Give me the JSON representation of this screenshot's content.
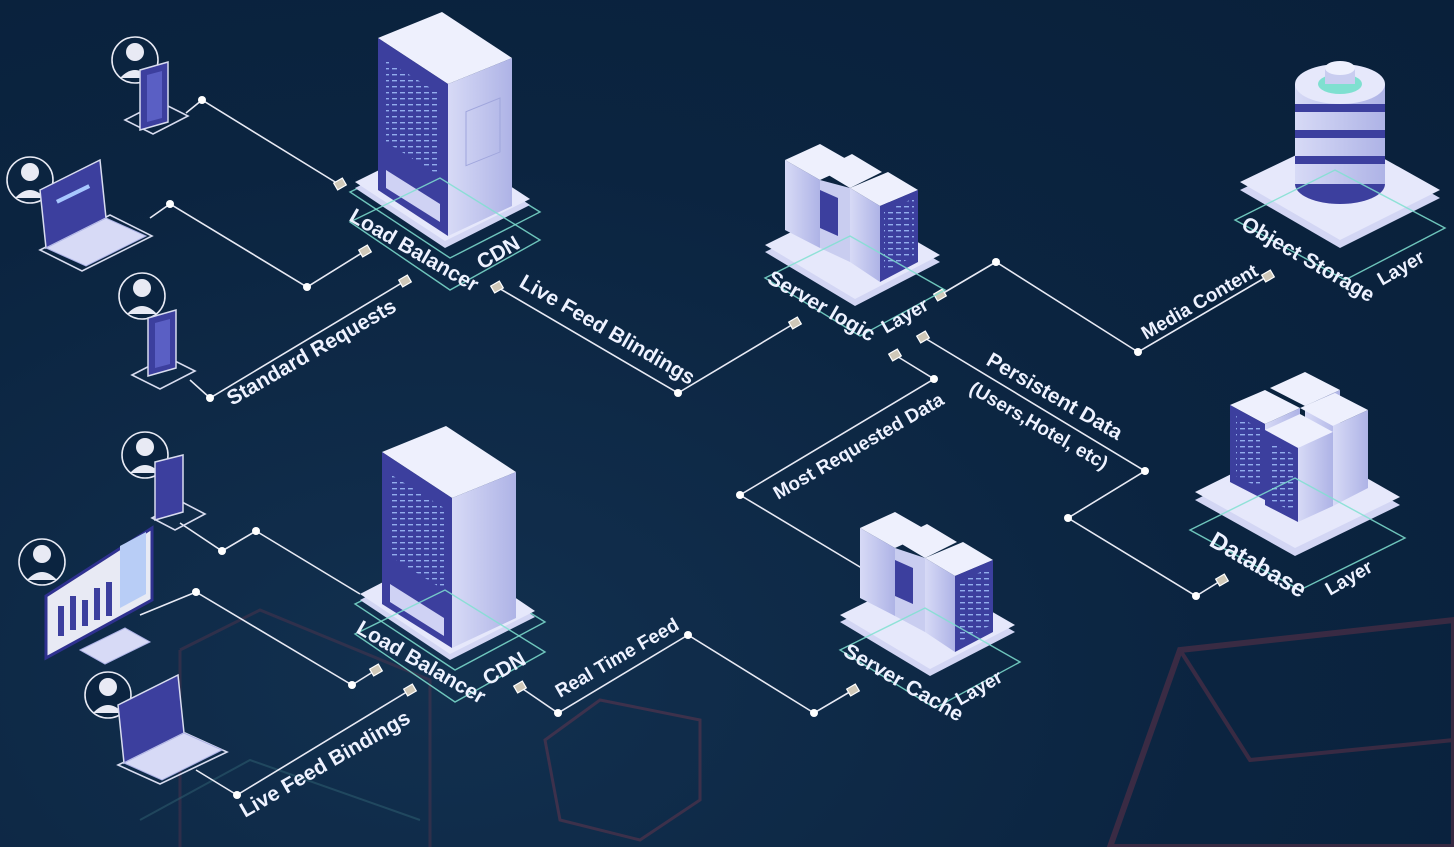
{
  "labels": {
    "load_balancer_top": "Load Balancer",
    "cdn_top": "CDN",
    "load_balancer_bottom": "Load Balancer",
    "cdn_bottom": "CDN",
    "server_logic": "Server logic",
    "server_logic_layer": "Layer",
    "server_cache": "Server Cache",
    "server_cache_layer": "Layer",
    "object_storage": "Object Storage",
    "object_storage_layer": "Layer",
    "database": "Database",
    "database_layer": "Layer",
    "standard_requests": "Standard Requests",
    "live_feed_blindings": "Live Feed Blindings",
    "live_feed_bindings": "Live Feed Bindings",
    "real_time_feed": "Real Time Feed",
    "most_requested_data": "Most Requested Data",
    "persistent_data": "Persistent Data",
    "persistent_data_detail": "(Users,Hotel, etc)",
    "media_content": "Media Content"
  },
  "colors": {
    "background": "#0b2440",
    "wire": "#e8eaf4",
    "server_front": "#3c3f9e",
    "server_side": "#c9cdf0",
    "server_top": "#e3e6fb",
    "platform_accent": "#7fe0d0",
    "screen_text": "#a8c8ff"
  },
  "icons": [
    "user-avatar-icon",
    "phone-icon",
    "laptop-icon",
    "monitor-chart-icon",
    "server-rack-icon",
    "database-stack-icon"
  ]
}
